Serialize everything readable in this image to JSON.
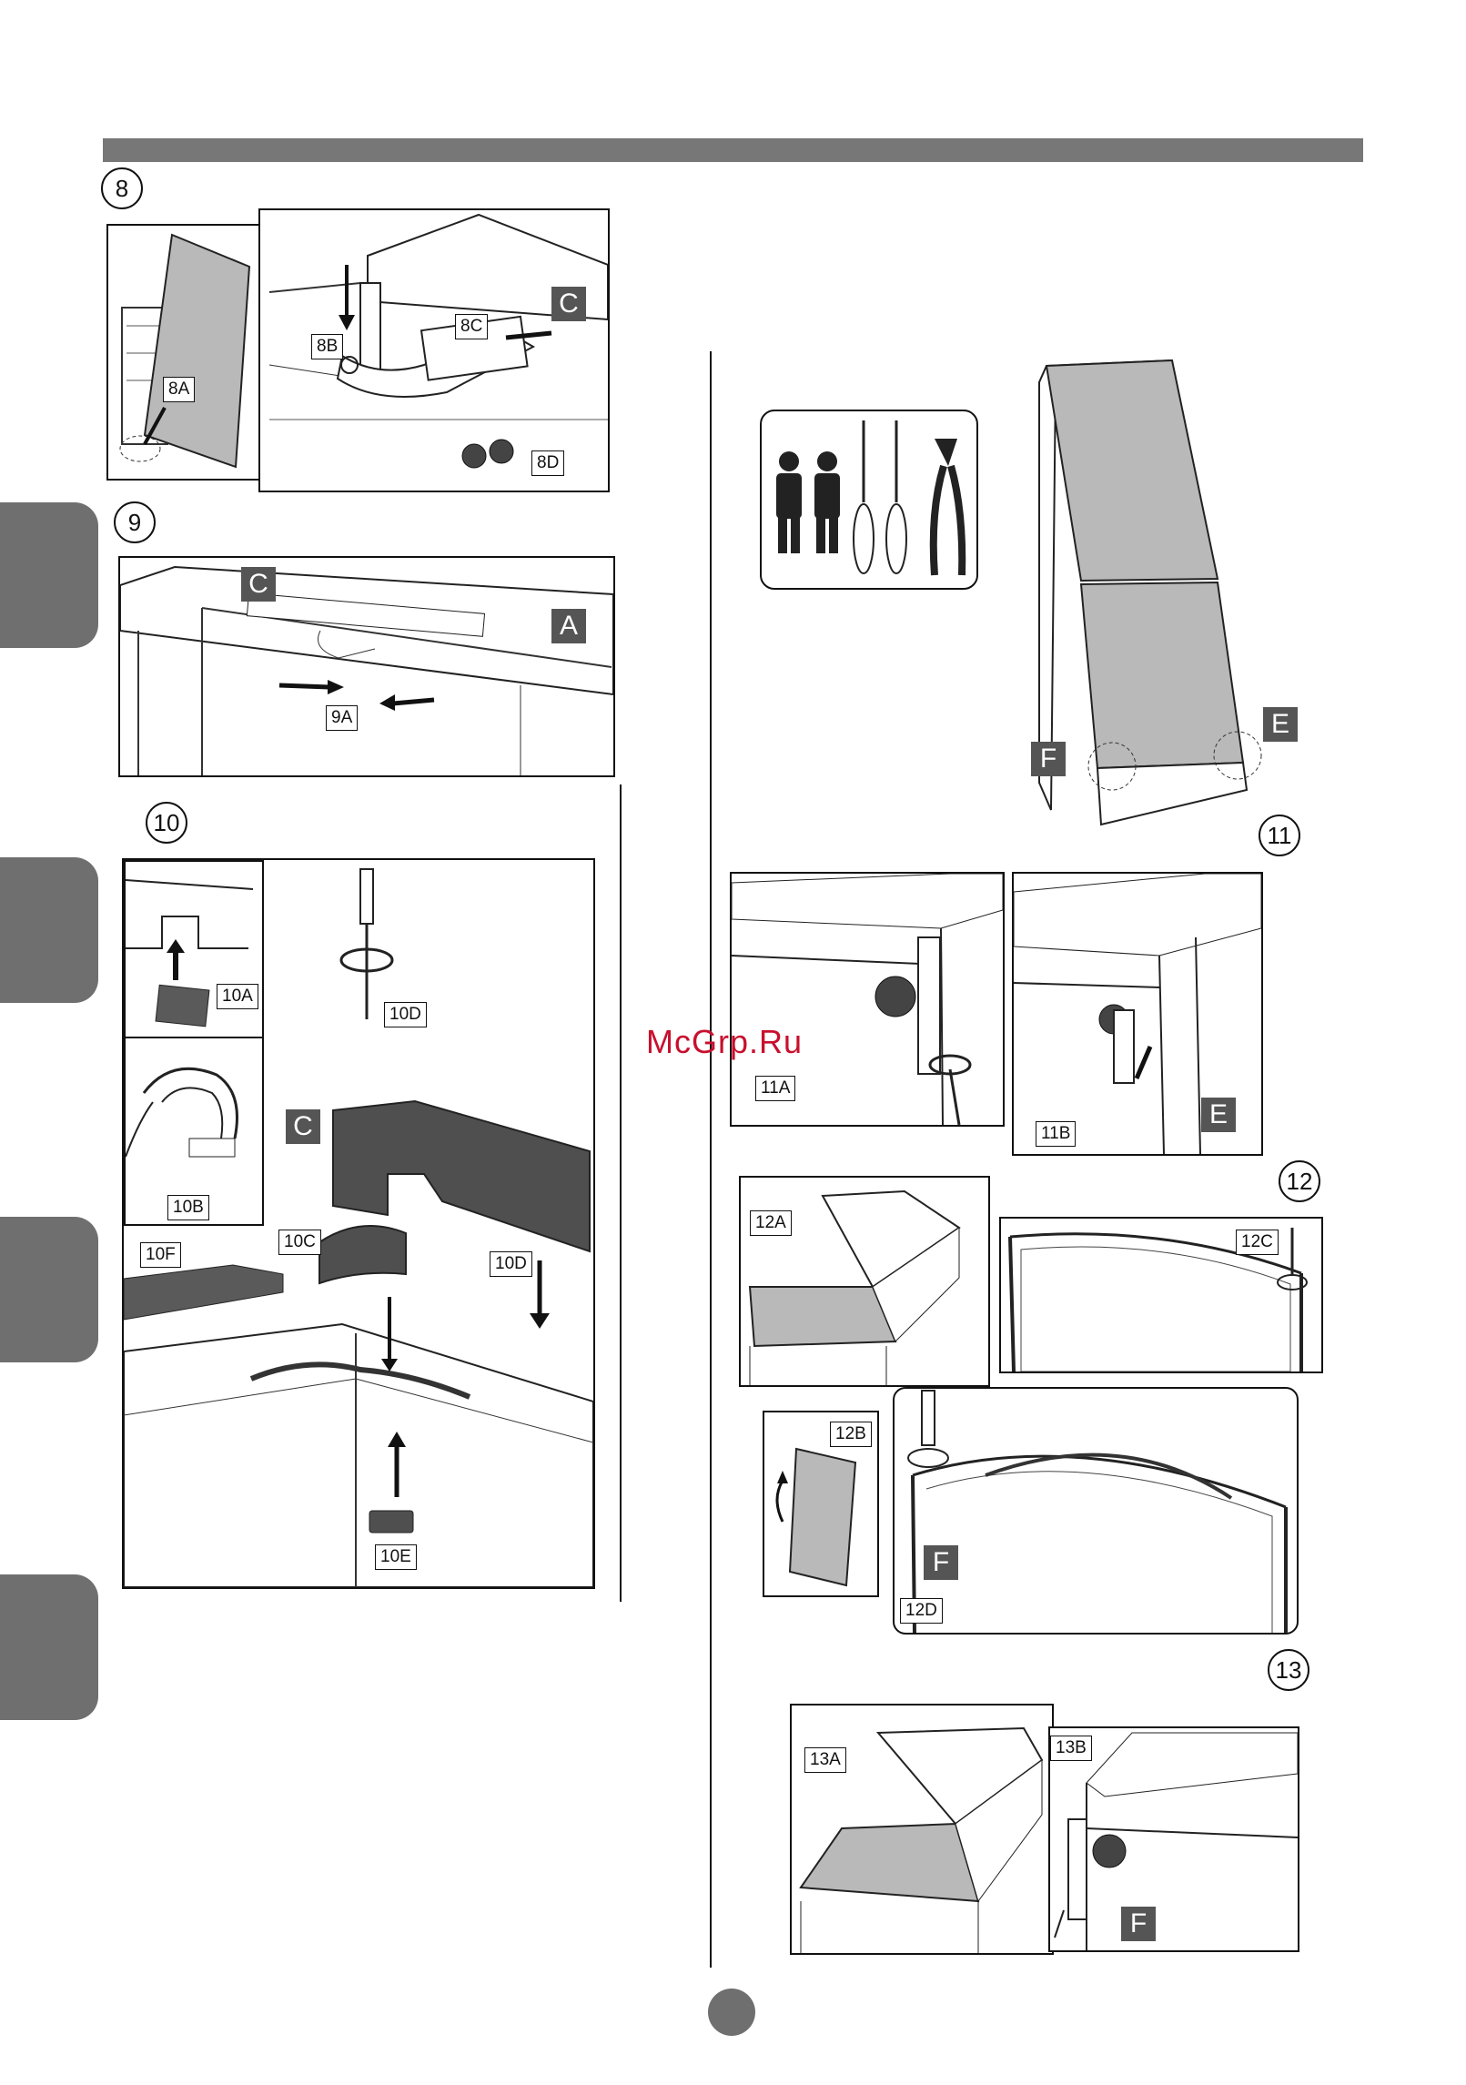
{
  "steps": [
    "8",
    "9",
    "10",
    "11",
    "12",
    "13"
  ],
  "labels": {
    "s8": [
      "8A",
      "8B",
      "8C",
      "8D"
    ],
    "s9": [
      "9A"
    ],
    "s10": [
      "10A",
      "10B",
      "10C",
      "10D",
      "10D",
      "10E",
      "10F"
    ],
    "s11": [
      "11A",
      "11B"
    ],
    "s12": [
      "12A",
      "12B",
      "12C",
      "12D"
    ],
    "s13": [
      "13A",
      "13B"
    ]
  },
  "letters": {
    "c8": "C",
    "c9": "C",
    "a9": "A",
    "c10": "C",
    "e11": "E",
    "f11": "F",
    "e11b": "E",
    "f12": "F",
    "f13": "F"
  },
  "watermark": "McGrp.Ru",
  "colors": {
    "bar": "#777777",
    "tab": "#6f6f6f",
    "door": "#b9b9b9",
    "watermark": "#c8102e"
  }
}
